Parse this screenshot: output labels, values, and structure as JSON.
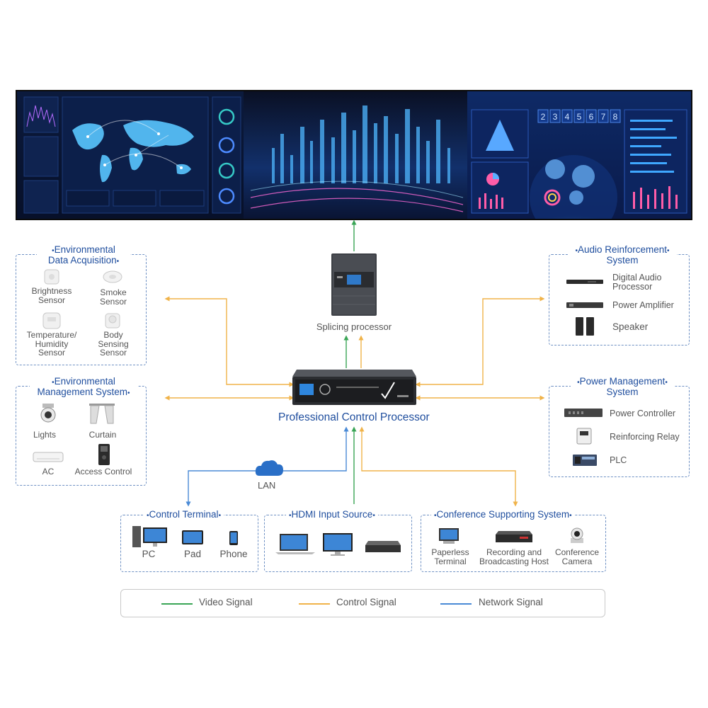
{
  "colors": {
    "video": "#3aa556",
    "control": "#f0b34a",
    "network": "#4a8ad6",
    "title_blue": "#1f4e9e",
    "box_border": "#6f91c4"
  },
  "wall": {
    "counter_digits": [
      "2",
      "3",
      "4",
      "5",
      "6",
      "7",
      "8"
    ]
  },
  "splicing": {
    "label": "Splicing processor"
  },
  "center": {
    "label": "Professional Control Processor"
  },
  "lan": {
    "label": "LAN"
  },
  "env_data": {
    "title_line1": "Environmental",
    "title_line2": "Data Acquisition",
    "items": [
      {
        "icon": "light-sensor-icon",
        "line1": "Brightness",
        "line2": "Sensor",
        "line3": ""
      },
      {
        "icon": "smoke-sensor-icon",
        "line1": "Smoke",
        "line2": "Sensor",
        "line3": ""
      },
      {
        "icon": "humidity-sensor-icon",
        "line1": "Temperature/",
        "line2": "Humidity",
        "line3": "Sensor"
      },
      {
        "icon": "motion-sensor-icon",
        "line1": "Body",
        "line2": "Sensing",
        "line3": "Sensor"
      }
    ]
  },
  "env_mgmt": {
    "title_line1": "Environmental",
    "title_line2": "Management System",
    "items": [
      {
        "icon": "spotlight-icon",
        "label": "Lights"
      },
      {
        "icon": "curtain-icon",
        "label": "Curtain"
      },
      {
        "icon": "air-conditioner-icon",
        "label": "AC"
      },
      {
        "icon": "access-control-icon",
        "label": "Access Control"
      }
    ]
  },
  "audio": {
    "title_line1": "Audio Reinforcement",
    "title_line2": "System",
    "items": [
      {
        "icon": "audio-processor-icon",
        "line1": "Digital Audio",
        "line2": "Processor"
      },
      {
        "icon": "power-amplifier-icon",
        "line1": "Power Amplifier",
        "line2": ""
      },
      {
        "icon": "speaker-icon",
        "line1": "Speaker",
        "line2": ""
      }
    ]
  },
  "power": {
    "title_line1": "Power Management",
    "title_line2": "System",
    "items": [
      {
        "icon": "power-controller-icon",
        "label": "Power Controller"
      },
      {
        "icon": "relay-icon",
        "label": "Reinforcing Relay"
      },
      {
        "icon": "plc-icon",
        "label": "PLC"
      }
    ]
  },
  "control_terminal": {
    "title": "Control Terminal",
    "items": [
      {
        "icon": "pc-icon",
        "label": "PC"
      },
      {
        "icon": "tablet-icon",
        "label": "Pad"
      },
      {
        "icon": "phone-icon",
        "label": "Phone"
      }
    ]
  },
  "hdmi": {
    "title": "HDMI Input Source",
    "items": [
      {
        "icon": "laptop-icon"
      },
      {
        "icon": "monitor-icon"
      },
      {
        "icon": "media-box-icon"
      }
    ]
  },
  "conference": {
    "title": "Conference Supporting System",
    "items": [
      {
        "icon": "paperless-terminal-icon",
        "line1": "Paperless",
        "line2": "Terminal"
      },
      {
        "icon": "recording-host-icon",
        "line1": "Recording and",
        "line2": "Broadcasting Host"
      },
      {
        "icon": "conference-camera-icon",
        "line1": "Conference",
        "line2": "Camera"
      }
    ]
  },
  "legend": {
    "video": "Video Signal",
    "control": "Control Signal",
    "network": "Network Signal"
  }
}
